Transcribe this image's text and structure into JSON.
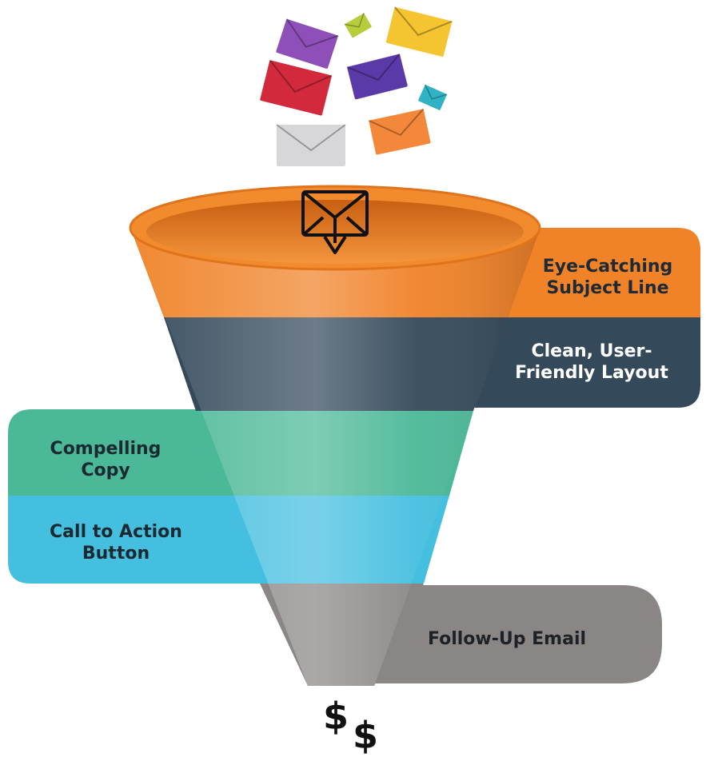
{
  "diagram": {
    "stages": [
      {
        "id": "subject",
        "label": "Eye-Catching Subject Line",
        "lines": [
          "Eye-Catching",
          "Subject Line"
        ],
        "color": "#f08228",
        "text_color": "#1e2a36"
      },
      {
        "id": "layout",
        "label": "Clean, User-Friendly Layout",
        "lines": [
          "Clean, User-",
          "Friendly Layout"
        ],
        "color": "#34495a",
        "text_color": "#ffffff"
      },
      {
        "id": "copy",
        "label": "Compelling Copy",
        "lines": [
          "Compelling",
          "Copy"
        ],
        "color": "#4bb898",
        "text_color": "#1b2a30"
      },
      {
        "id": "cta",
        "label": "Call to Action Button",
        "lines": [
          "Call to Action",
          "Button"
        ],
        "color": "#45bfe0",
        "text_color": "#1b2a30"
      },
      {
        "id": "followup",
        "label": "Follow-Up Email",
        "lines": [
          "Follow-Up Email"
        ],
        "color": "#8a8686",
        "text_color": "#1e2226"
      }
    ],
    "output_symbol": [
      "$",
      "$"
    ],
    "envelope_colors": [
      "#8e4fb8",
      "#b9cd3c",
      "#f4c431",
      "#d22a3c",
      "#5a3aa6",
      "#2fb3c4",
      "#d7d7d9",
      "#f4883a"
    ]
  }
}
